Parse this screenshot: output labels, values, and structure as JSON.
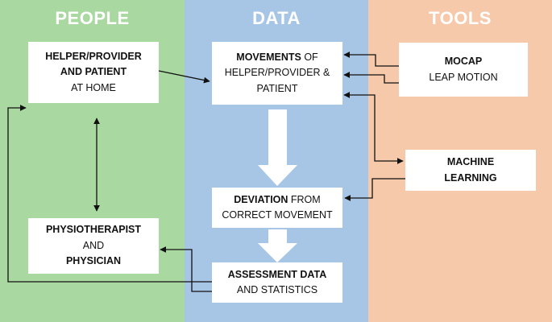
{
  "columns": {
    "people": {
      "title": "PEOPLE",
      "color": "#a9d8a0"
    },
    "data": {
      "title": "DATA",
      "color": "#a7c6e6"
    },
    "tools": {
      "title": "TOOLS",
      "color": "#f6c9aa"
    }
  },
  "boxes": {
    "helper": {
      "line1": "HELPER/PROVIDER",
      "line2": "AND PATIENT",
      "line3": "AT HOME"
    },
    "physio": {
      "line1": "PHYSIOTHERAPIST",
      "line2": "AND",
      "line3": "PHYSICIAN"
    },
    "movements": {
      "line1_bold": "MOVEMENTS",
      "line1_rest": " OF",
      "line2": "HELPER/PROVIDER &",
      "line3": "PATIENT"
    },
    "deviation": {
      "line1_bold": "DEVIATION",
      "line1_rest": " FROM",
      "line2": "CORRECT MOVEMENT"
    },
    "assessment": {
      "line1": "ASSESSMENT DATA",
      "line2": "AND STATISTICS"
    },
    "mocap": {
      "line1": "MOCAP",
      "line2": "LEAP MOTION"
    },
    "ml": {
      "line1": "MACHINE",
      "line2": "LEARNING"
    }
  }
}
